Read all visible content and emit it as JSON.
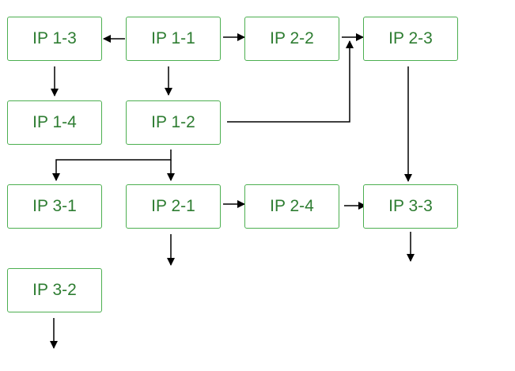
{
  "nodes": {
    "ip_1_3": {
      "label": "IP 1-3"
    },
    "ip_1_1": {
      "label": "IP 1-1"
    },
    "ip_2_2": {
      "label": "IP 2-2"
    },
    "ip_2_3": {
      "label": "IP 2-3"
    },
    "ip_1_4": {
      "label": "IP 1-4"
    },
    "ip_1_2": {
      "label": "IP 1-2"
    },
    "ip_3_1": {
      "label": "IP 3-1"
    },
    "ip_2_1": {
      "label": "IP 2-1"
    },
    "ip_2_4": {
      "label": "IP 2-4"
    },
    "ip_3_3": {
      "label": "IP 3-3"
    },
    "ip_3_2": {
      "label": "IP 3-2"
    }
  },
  "edges": [
    {
      "from": "IP 1-1",
      "to": "IP 1-3"
    },
    {
      "from": "IP 1-1",
      "to": "IP 2-2"
    },
    {
      "from": "IP 2-2",
      "to": "IP 2-3"
    },
    {
      "from": "IP 1-3",
      "to": "IP 1-4"
    },
    {
      "from": "IP 1-1",
      "to": "IP 1-2"
    },
    {
      "from": "IP 1-2",
      "to": "IP 2-3"
    },
    {
      "from": "IP 2-3",
      "to": "IP 3-3"
    },
    {
      "from": "IP 1-2",
      "to": "IP 3-1"
    },
    {
      "from": "IP 1-2",
      "to": "IP 2-1"
    },
    {
      "from": "IP 2-1",
      "to": "IP 2-4"
    },
    {
      "from": "IP 2-4",
      "to": "IP 3-3"
    },
    {
      "from": "IP 2-1",
      "to": ""
    },
    {
      "from": "IP 3-3",
      "to": ""
    },
    {
      "from": "IP 3-2",
      "to": ""
    }
  ],
  "colors": {
    "node_border": "#4caf50",
    "node_text": "#2e7d32",
    "edge": "#000000"
  }
}
